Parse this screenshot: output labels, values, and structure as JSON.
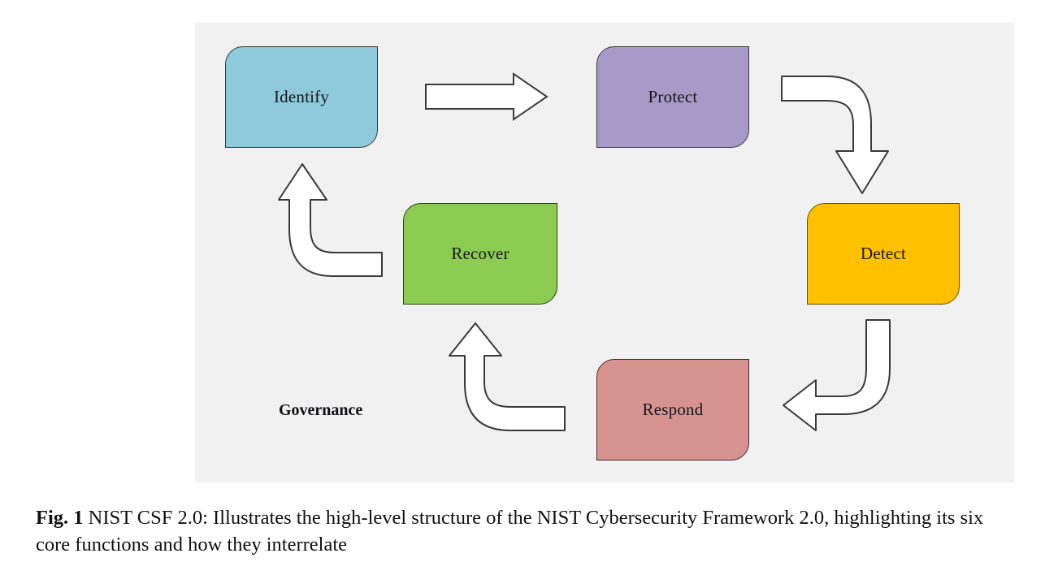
{
  "figure": {
    "panel_background": "#f1f1f1",
    "nodes": [
      {
        "id": "identify",
        "label": "Identify",
        "color": "#8ecadc"
      },
      {
        "id": "protect",
        "label": "Protect",
        "color": "#a89ac8"
      },
      {
        "id": "detect",
        "label": "Detect",
        "color": "#ffc000"
      },
      {
        "id": "respond",
        "label": "Respond",
        "color": "#d6938f"
      },
      {
        "id": "recover",
        "label": "Recover",
        "color": "#8ccc52"
      }
    ],
    "center_label": "Governance",
    "arrows": [
      {
        "id": "identify-to-protect",
        "kind": "straight-right-arrow"
      },
      {
        "id": "protect-to-detect",
        "kind": "elbow-arrow-down"
      },
      {
        "id": "detect-to-respond",
        "kind": "elbow-arrow-left"
      },
      {
        "id": "respond-to-recover",
        "kind": "elbow-arrow-up"
      },
      {
        "id": "recover-to-identify",
        "kind": "elbow-arrow-up"
      }
    ]
  },
  "caption": {
    "prefix": "Fig. 1",
    "text": " NIST CSF 2.0: Illustrates the high-level structure of the NIST Cybersecurity Framework 2.0, highlighting its six core functions and how they interrelate"
  }
}
